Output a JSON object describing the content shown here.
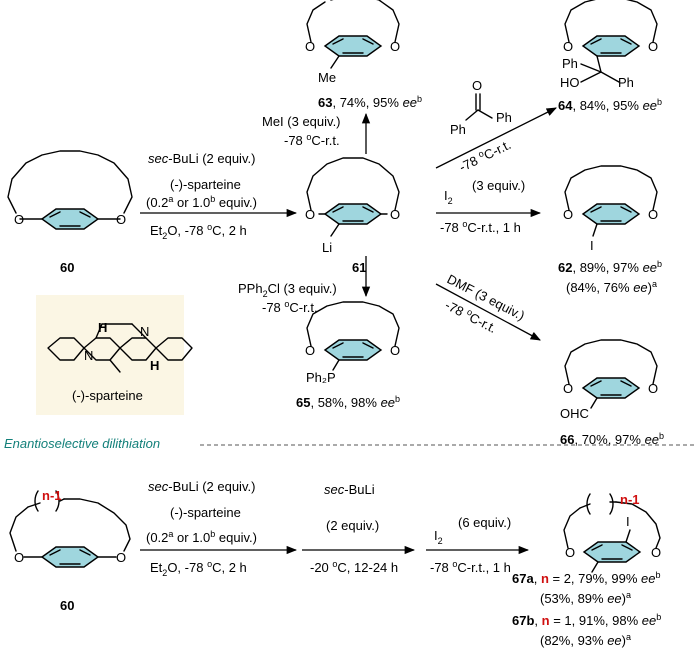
{
  "section_label": "Enantioselective dilithiation",
  "sparteine_label": "(-)-sparteine",
  "atoms": {
    "O": "O",
    "Li": "Li",
    "I": "I",
    "H": "H",
    "N": "N",
    "Ph": "Ph",
    "HO": "HO",
    "Ph2P": "Ph₂P",
    "OHC": "OHC",
    "Me": "Me"
  },
  "loop_label": "n-1",
  "compounds": {
    "c60": "60",
    "c61": "61",
    "c60b": "60",
    "c62": {
      "num": "62",
      "rest": ", 89%, 97% ",
      "ee": "ee",
      "sup": "b",
      "line2": "(84%, 76% ",
      "ee2": "ee",
      "close": ")",
      "sup2": "a"
    },
    "c63": {
      "num": "63",
      "rest": ", 74%, 95% ",
      "ee": "ee",
      "sup": "b"
    },
    "c64": {
      "num": "64",
      "rest": ", 84%, 95% ",
      "ee": "ee",
      "sup": "b"
    },
    "c65": {
      "num": "65",
      "rest": ", 58%, 98% ",
      "ee": "ee",
      "sup": "b"
    },
    "c66": {
      "num": "66",
      "rest": ", 70%, 97% ",
      "ee": "ee",
      "sup": "b"
    },
    "c67a": {
      "num": "67a",
      "sep": ", ",
      "n": "n",
      "rest": " = 2, 79%, 99% ",
      "ee": "ee",
      "sup": "b",
      "line2": "(53%, 89% ",
      "ee2": "ee",
      "close": ")",
      "sup2": "a"
    },
    "c67b": {
      "num": "67b",
      "sep": ", ",
      "n": "n",
      "rest": " = 1, 91%, 98% ",
      "ee": "ee",
      "sup": "b",
      "line2": "(82%, 93% ",
      "ee2": "ee",
      "close": ")",
      "sup2": "a"
    }
  },
  "conditions": {
    "step1": {
      "reagent_italic": "sec",
      "reagent_rest": "-BuLi (2 equiv.)",
      "ligand": "(-)-sparteine",
      "equiv_a": "(0.2",
      "sup_a": "a",
      "equiv_mid": " or 1.0",
      "sup_b": "b",
      "equiv_end": " equiv.)",
      "solvent": "Et",
      "solvent_sub": "2",
      "solvent_rest": "O, -78 ",
      "deg": "o",
      "temp_rest": "C, 2 h"
    },
    "mei": {
      "line1": "MeI (3 equiv.)",
      "line2": "-78 ",
      "deg": "o",
      "line2_rest": "C-r.t."
    },
    "pph2cl": {
      "line1": "PPh",
      "sub": "2",
      "line1_rest": "Cl (3 equiv.)",
      "line2": "-78 ",
      "deg": "o",
      "line2_rest": "C-r.t."
    },
    "i2": {
      "reagent": "I",
      "sub": "2",
      "equiv": "(3 equiv.)",
      "line2": "-78 ",
      "deg": "o",
      "line2_rest": "C-r.t., 1 h"
    },
    "benzophenone": {
      "temp": "-78 ",
      "deg": "o",
      "temp_rest": "C-r.t."
    },
    "dmf": {
      "line1": "DMF (3 equiv.)",
      "line2": "-78 ",
      "deg": "o",
      "line2_rest": "C-r.t."
    },
    "step2": {
      "reagent_italic": "sec",
      "reagent_rest": "-BuLi",
      "equiv": "(2 equiv.)",
      "temp": "-20 ",
      "deg": "o",
      "temp_rest": "C, 12-24 h"
    },
    "step3": {
      "reagent": "I",
      "sub": "2",
      "equiv": "(6 equiv.)",
      "line2": "-78 ",
      "deg": "o",
      "line2_rest": "C-r.t., 1 h"
    }
  }
}
